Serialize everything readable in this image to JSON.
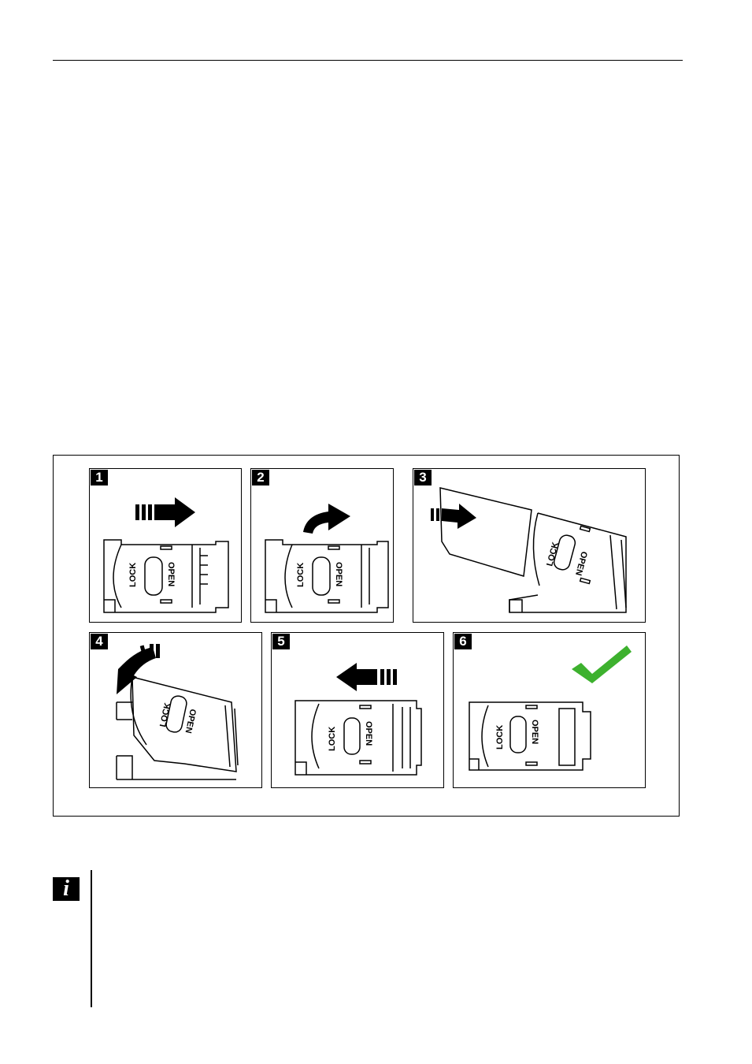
{
  "figure": {
    "steps": [
      {
        "number": "1",
        "lock_label": "LOCK",
        "open_label": "OPEN",
        "arrow": "right-arrow-icon"
      },
      {
        "number": "2",
        "lock_label": "LOCK",
        "open_label": "OPEN",
        "arrow": "curved-arrow-icon"
      },
      {
        "number": "3",
        "lock_label": "LOCK",
        "open_label": "OPEN",
        "arrow": "right-arrow-icon"
      },
      {
        "number": "4",
        "lock_label": "LOCK",
        "open_label": "OPEN",
        "arrow": "curved-arrow-icon"
      },
      {
        "number": "5",
        "lock_label": "LOCK",
        "open_label": "OPEN",
        "arrow": "left-arrow-icon"
      },
      {
        "number": "6",
        "lock_label": "LOCK",
        "open_label": "OPEN",
        "arrow": "checkmark-icon"
      }
    ],
    "colors": {
      "check": "#3db12e",
      "ink": "#000000"
    }
  },
  "note": {
    "icon": "info-icon",
    "glyph": "i"
  }
}
